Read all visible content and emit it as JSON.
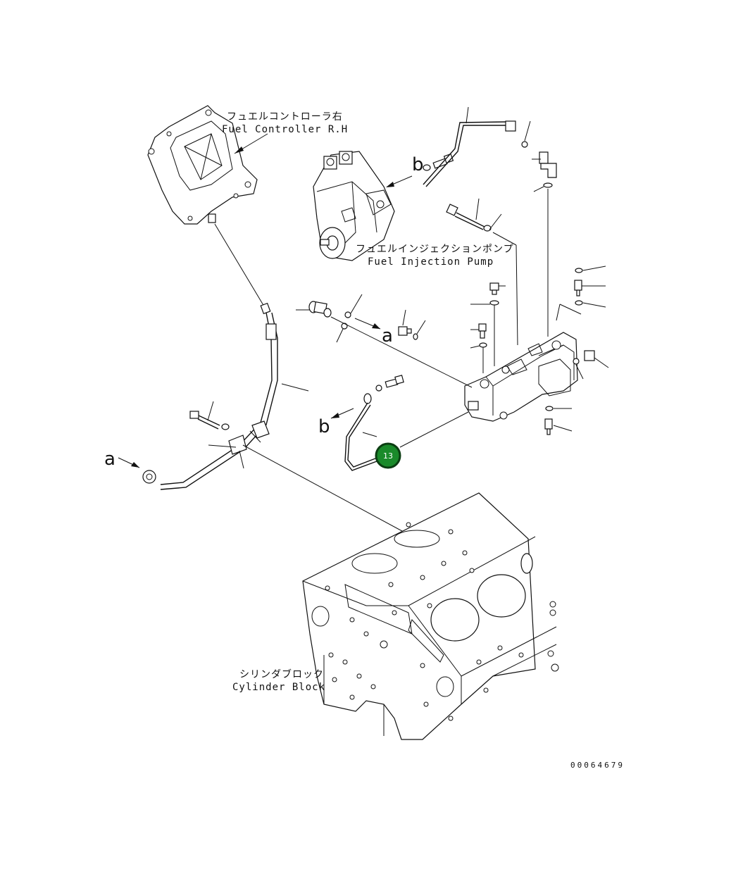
{
  "labels": {
    "fuel_controller_jp": "フュエルコントローラ右",
    "fuel_controller_en": "Fuel Controller R.H",
    "fuel_injection_pump_jp": "フュエルインジェクションポンプ",
    "fuel_injection_pump_en": "Fuel Injection Pump",
    "cylinder_block_jp": "シリンダブロック",
    "cylinder_block_en": "Cylinder Block",
    "connection_a": "a",
    "connection_b": "b"
  },
  "callout": {
    "number": "13",
    "color": "#1a8a2a",
    "ring_color": "#0b3d12"
  },
  "drawing_number": "00064679"
}
